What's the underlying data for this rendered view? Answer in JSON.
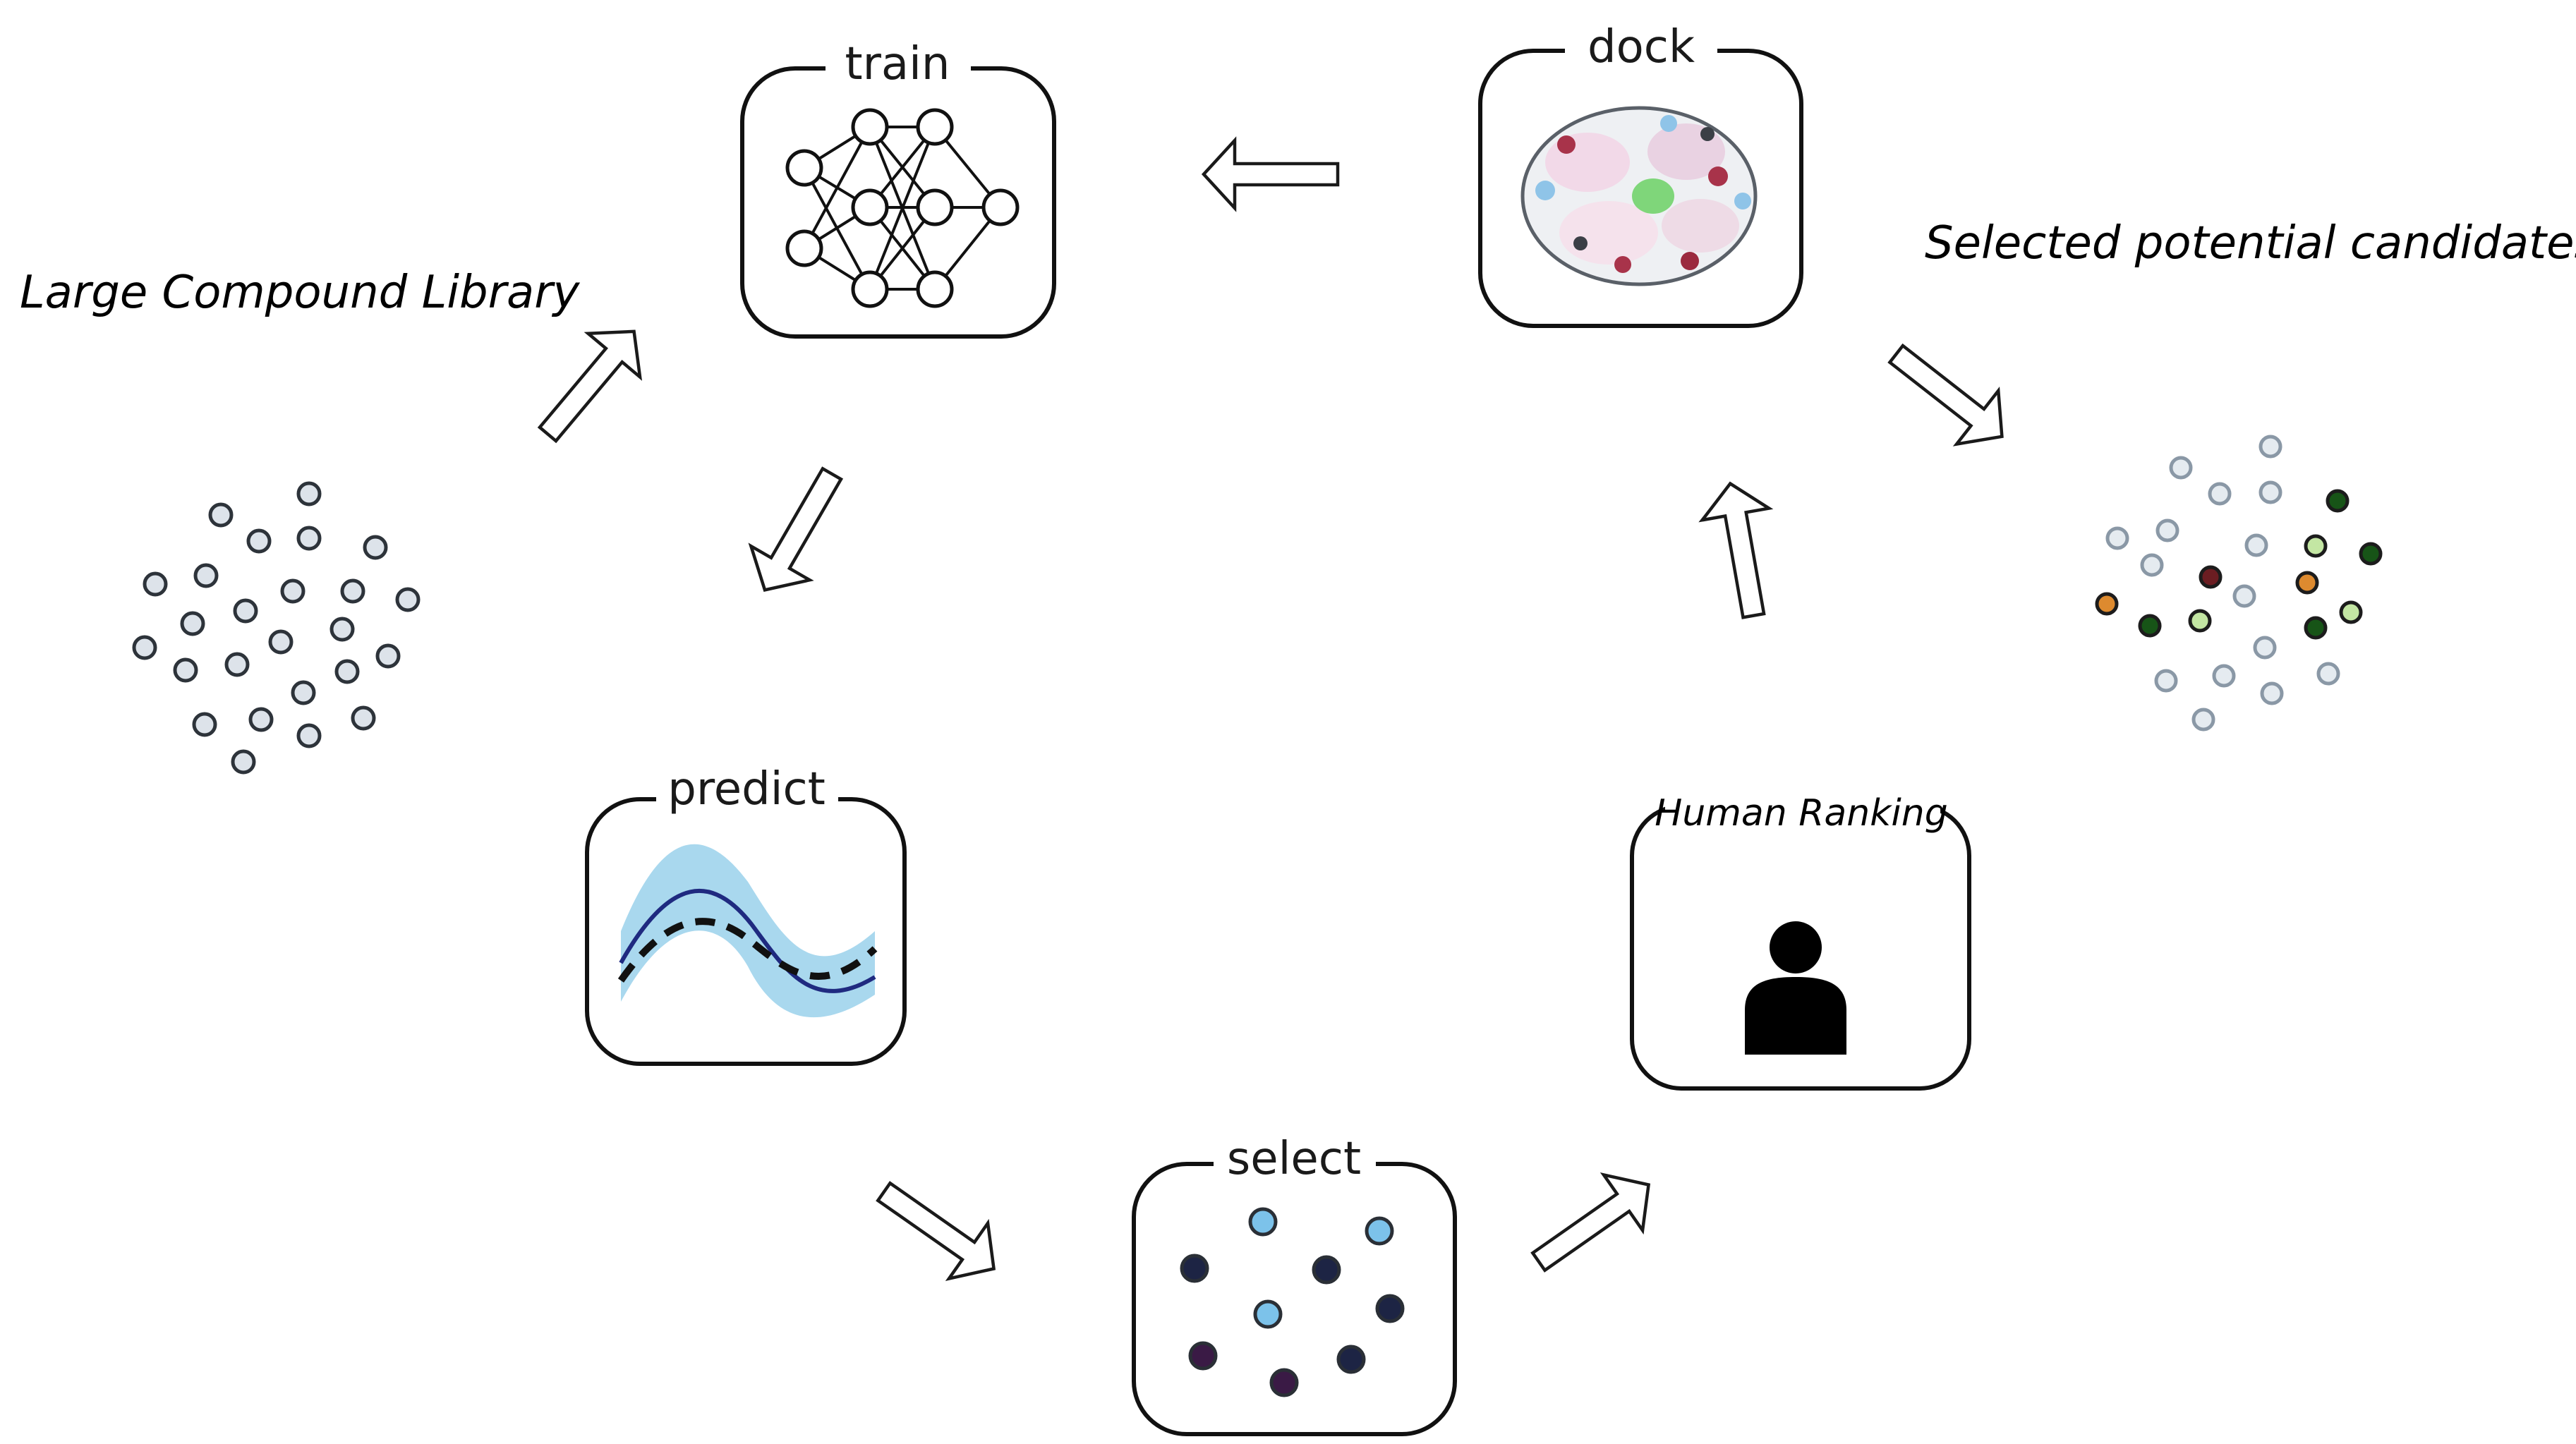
{
  "library": {
    "label": "Large Compound Library"
  },
  "candidates": {
    "label": "Selected potential candidates"
  },
  "steps": {
    "train": {
      "label": "train"
    },
    "dock": {
      "label": "dock"
    },
    "predict": {
      "label": "predict"
    },
    "select": {
      "label": "select"
    },
    "ranking": {
      "label": "Human Ranking"
    }
  },
  "icons": {
    "train": "neural-network-icon",
    "dock": "protein-structure-icon",
    "predict": "prediction-curve-icon",
    "select": "selected-points-icon",
    "ranking": "person-icon"
  },
  "colors": {
    "library_dot": "#dde3ea",
    "select_light_blue": "#7cc2ea",
    "select_navy": "#1d2444",
    "select_purple": "#3a1a45",
    "band": "#a9d8ee",
    "mean_line": "#1f2a80",
    "cand_pale": "#e5ebf0",
    "cand_dark_green": "#175417",
    "cand_light_green": "#c3e6a3",
    "cand_orange": "#dd8a2f",
    "cand_maroon": "#6b1d22"
  }
}
